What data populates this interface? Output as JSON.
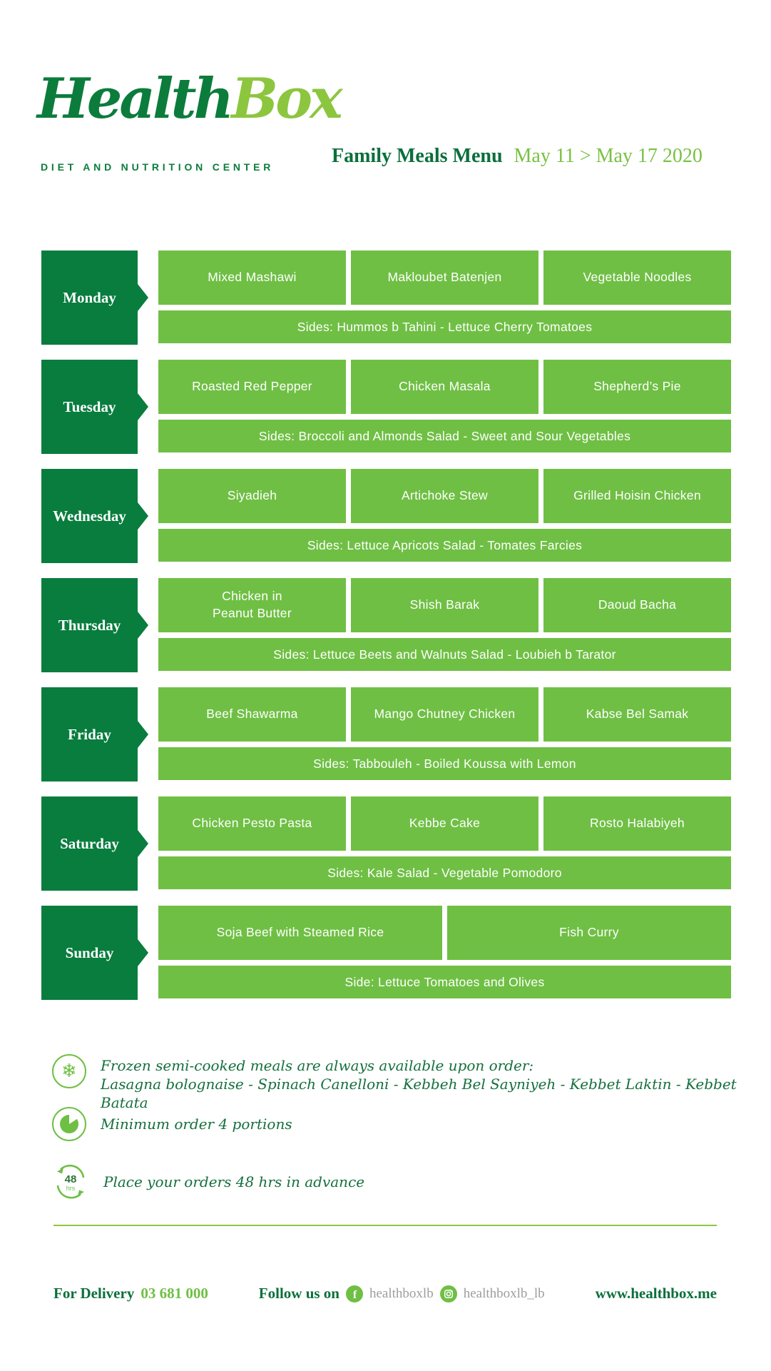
{
  "brand": {
    "logo_health": "Health",
    "logo_box": "Box",
    "tagline": "DIET AND NUTRITION CENTER"
  },
  "header": {
    "title": "Family Meals Menu",
    "date_range": "May 11 > May 17 2020"
  },
  "menu": {
    "days": [
      {
        "day": "Monday",
        "meals": [
          "Mixed Mashawi",
          "Makloubet Batenjen",
          "Vegetable Noodles"
        ],
        "sides": "Sides: Hummos b Tahini - Lettuce Cherry Tomatoes"
      },
      {
        "day": "Tuesday",
        "meals": [
          "Roasted Red Pepper",
          "Chicken Masala",
          "Shepherd’s Pie"
        ],
        "sides": "Sides: Broccoli and Almonds Salad - Sweet and Sour Vegetables"
      },
      {
        "day": "Wednesday",
        "meals": [
          "Siyadieh",
          "Artichoke Stew",
          "Grilled Hoisin Chicken"
        ],
        "sides": "Sides: Lettuce Apricots Salad - Tomates Farcies"
      },
      {
        "day": "Thursday",
        "meals": [
          "Chicken in\nPeanut Butter",
          "Shish Barak",
          "Daoud Bacha"
        ],
        "sides": "Sides: Lettuce Beets and Walnuts Salad - Loubieh b Tarator"
      },
      {
        "day": "Friday",
        "meals": [
          "Beef Shawarma",
          "Mango Chutney Chicken",
          "Kabse Bel Samak"
        ],
        "sides": "Sides: Tabbouleh - Boiled Koussa with Lemon"
      },
      {
        "day": "Saturday",
        "meals": [
          "Chicken Pesto Pasta",
          "Kebbe Cake",
          "Rosto Halabiyeh"
        ],
        "sides": "Sides: Kale Salad - Vegetable Pomodoro"
      },
      {
        "day": "Sunday",
        "meals": [
          "Soja Beef with Steamed Rice",
          "Fish Curry"
        ],
        "sides": "Side: Lettuce Tomatoes and Olives"
      }
    ]
  },
  "notes": {
    "frozen": {
      "icon": "snowflake-icon",
      "line1": "Frozen semi-cooked meals are always available upon order:",
      "line2": "Lasagna bolognaise - Spinach Canelloni - Kebbeh Bel Sayniyeh - Kebbet Laktin - Kebbet Batata"
    },
    "minimum": {
      "icon": "pie-clock-icon",
      "line1": "Minimum order 4 portions"
    },
    "advance": {
      "icon": "48hrs-cycle-icon",
      "badge_number": "48",
      "badge_unit": "hrs",
      "line1": "Place your orders 48 hrs in advance"
    }
  },
  "footer": {
    "delivery_label": "For Delivery",
    "delivery_phone": "03 681 000",
    "follow_label": "Follow us on",
    "facebook_handle": "healthboxlb",
    "instagram_handle": "healthboxlb_lb",
    "website": "www.healthbox.me"
  },
  "colors": {
    "dark_green": "#087d3e",
    "light_green": "#6fbf44",
    "logo_light_green": "#8cc63f",
    "text_dark_green": "#156f3d",
    "handle_gray": "#9d9d9c"
  }
}
